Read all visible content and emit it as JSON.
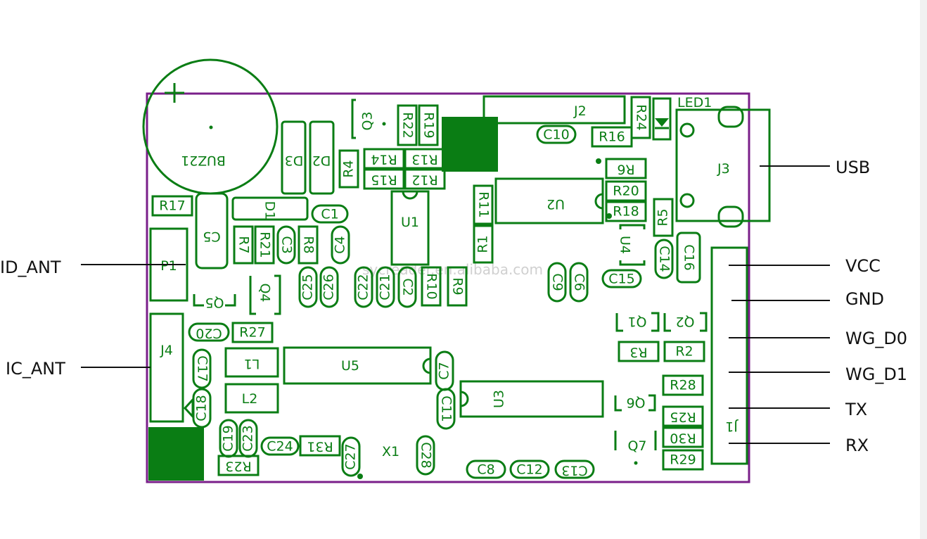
{
  "colors": {
    "silkscreen": "#0a7d14",
    "board_outline": "#7a1f8a",
    "leader": "#111111"
  },
  "watermark": "sycreader.en.alibaba.com",
  "external_labels": [
    {
      "id": "usb",
      "text": "USB"
    },
    {
      "id": "vcc",
      "text": "VCC"
    },
    {
      "id": "gnd",
      "text": "GND"
    },
    {
      "id": "wg-d0",
      "text": "WG_D0"
    },
    {
      "id": "wg-d1",
      "text": "WG_D1"
    },
    {
      "id": "tx",
      "text": "TX"
    },
    {
      "id": "rx",
      "text": "RX"
    },
    {
      "id": "id-ant",
      "text": "ID_ANT"
    },
    {
      "id": "ic-ant",
      "text": "IC_ANT"
    }
  ],
  "components": {
    "BUZ1": "BUZ21",
    "D3": "D3",
    "D2": "D2",
    "Q3": "Q3",
    "R22": "R22",
    "R19": "R19",
    "R4": "R4",
    "R14": "R14",
    "R13": "R13",
    "R15": "R15",
    "R12": "R12",
    "J2": "J2",
    "C10": "C10",
    "R16": "R16",
    "R24": "R24",
    "LED1": "LED1",
    "J3": "J3",
    "R6": "R6",
    "R20": "R20",
    "R18": "R18",
    "R5": "R5",
    "U2": "U2",
    "R11": "R11",
    "R1": "R1",
    "U1": "U1",
    "R17": "R17",
    "D1": "D1",
    "C1": "C1",
    "C5": "C5",
    "R7": "R7",
    "R21": "R21",
    "C3": "C3",
    "R8": "R8",
    "C4": "C4",
    "P1": "P1",
    "Q5": "Q5",
    "Q4": "Q4",
    "C25": "C25",
    "C26": "C26",
    "C22": "C22",
    "C21": "C21",
    "C2": "C2",
    "R10": "R10",
    "R9": "R9",
    "C9": "C9",
    "C6": "C6",
    "C15": "C15",
    "U4": "U4",
    "C14": "C14",
    "C16": "C16",
    "J1": "J1",
    "Q1": "Q1",
    "Q2": "Q2",
    "R3": "R3",
    "R2": "R2",
    "J4": "J4",
    "C20": "C20",
    "R27": "R27",
    "C17": "C17",
    "L1": "L1",
    "U5": "U5",
    "C7": "C7",
    "L2": "L2",
    "C18": "C18",
    "U3": "U3",
    "C11": "C11",
    "R28": "R28",
    "Q6": "Q6",
    "R25": "R25",
    "R30": "R30",
    "Q7": "Q7",
    "R29": "R29",
    "C19": "C19",
    "C23": "C23",
    "C24": "C24",
    "R31": "R31",
    "C27": "C27",
    "X1": "X1",
    "C28": "C28",
    "R23": "R23",
    "C8": "C8",
    "C12": "C12",
    "C13": "C13"
  }
}
